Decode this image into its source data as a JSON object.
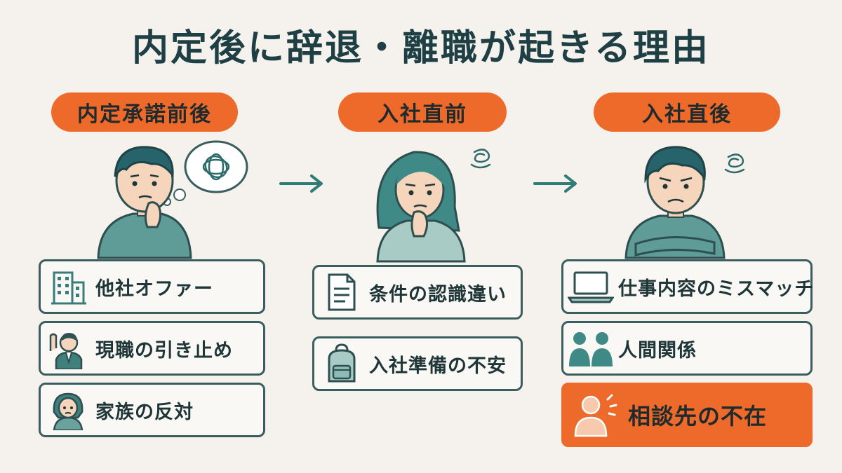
{
  "title": "内定後に辞退・離職が起きる理由",
  "colors": {
    "accent": "#ee6a2b",
    "teal": "#3f8a86",
    "outline": "#3a5d5e",
    "background": "#f5f2ed"
  },
  "stages": [
    {
      "label": "内定承諾前後",
      "person_icon": "thinking-man-icon",
      "items": [
        {
          "label": "他社オファー",
          "icon": "office-building-icon"
        },
        {
          "label": "現職の引き止め",
          "icon": "businessman-raising-hand-icon"
        },
        {
          "label": "家族の反対",
          "icon": "worried-woman-icon"
        }
      ]
    },
    {
      "label": "入社直前",
      "person_icon": "anxious-woman-icon",
      "items": [
        {
          "label": "条件の認識違い",
          "icon": "document-icon"
        },
        {
          "label": "入社準備の不安",
          "icon": "backpack-icon"
        }
      ]
    },
    {
      "label": "入社直後",
      "person_icon": "arms-crossed-man-icon",
      "items": [
        {
          "label": "仕事内容のミスマッチ",
          "icon": "laptop-icon"
        },
        {
          "label": "人間関係",
          "icon": "two-people-icon"
        },
        {
          "label": "相談先の不在",
          "icon": "lonely-person-icon"
        }
      ]
    }
  ]
}
